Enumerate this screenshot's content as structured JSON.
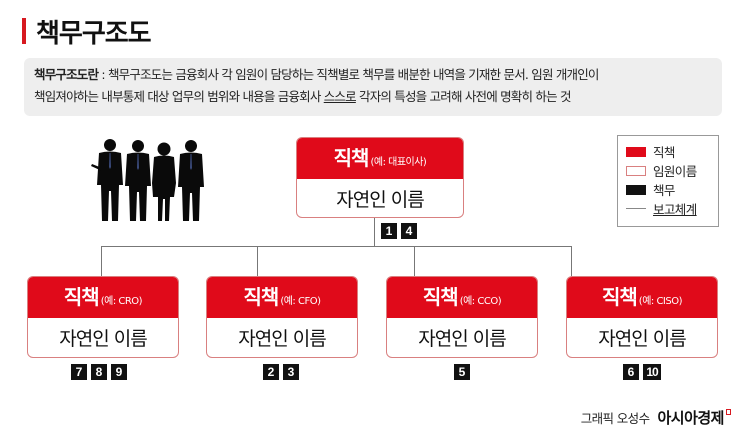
{
  "header": {
    "title": "책무구조도",
    "accent_color": "#d71920"
  },
  "description": {
    "term": "책무구조도란",
    "separator": " : ",
    "line1": "책무구조도는 금융회사 각 임원이 담당하는 직책별로 책무를 배분한 내역을 기재한 문서. 임원 개개인이",
    "line2_pre": "책임져야하는 내부통제 대상 업무의 범위와 내용을 금융회사 ",
    "line2_underlined": "스스로",
    "line2_post": " 각자의 특성을 고려해 사전에 명확히 하는 것"
  },
  "illustration": {
    "icon": "business-people-silhouette-icon"
  },
  "org_chart": {
    "top": {
      "role": "직책",
      "example": "(예: 대표이사)",
      "name": "자연인 이름",
      "duties": [
        "1",
        "4"
      ]
    },
    "subordinates": [
      {
        "role": "직책",
        "example": "(예: CRO)",
        "name": "자연인 이름",
        "duties": [
          "7",
          "8",
          "9"
        ]
      },
      {
        "role": "직책",
        "example": "(예: CFO)",
        "name": "자연인 이름",
        "duties": [
          "2",
          "3"
        ]
      },
      {
        "role": "직책",
        "example": "(예: CCO)",
        "name": "자연인 이름",
        "duties": [
          "5"
        ]
      },
      {
        "role": "직책",
        "example": "(예: CISO)",
        "name": "자연인 이름",
        "duties": [
          "6",
          "10"
        ]
      }
    ],
    "colors": {
      "role_fill": "#e00a1a",
      "name_border": "#d98080",
      "duty_fill": "#111111",
      "line": "#777777"
    }
  },
  "legend": {
    "items": [
      {
        "swatch": "red-fill",
        "label": "직책"
      },
      {
        "swatch": "red-outline",
        "label": "임원이름"
      },
      {
        "swatch": "black-fill",
        "label": "책무"
      },
      {
        "swatch": "line",
        "label": "보고체계"
      }
    ]
  },
  "credit": {
    "byline": "그래픽 오성수",
    "brand": "아시아경제"
  }
}
